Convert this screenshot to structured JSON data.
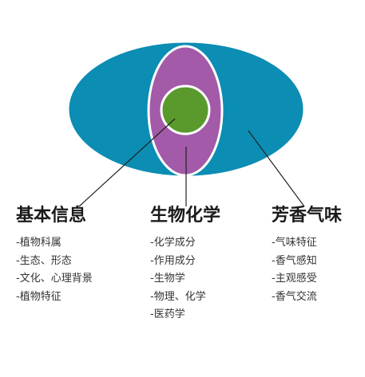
{
  "colors": {
    "outer_ellipse": "#0c8db3",
    "middle_ellipse": "#a35aa8",
    "inner_circle": "#5a9a2d",
    "ellipse_stroke": "#ffffff",
    "leader_line": "#222222",
    "title_text": "#1a1a1a",
    "item_text": "#333333"
  },
  "columns": [
    {
      "title": "基本信息",
      "items": [
        "-植物科属",
        "-生态、形态",
        "-文化、心理背景",
        "-植物特征"
      ]
    },
    {
      "title": "生物化学",
      "items": [
        "-化学成分",
        "-作用成分",
        "-生物学",
        "-物理、化学",
        "-医药学"
      ]
    },
    {
      "title": "芳香气味",
      "items": [
        "-气味特征",
        "-香气感知",
        "-主观感受",
        "-香气交流"
      ]
    }
  ]
}
